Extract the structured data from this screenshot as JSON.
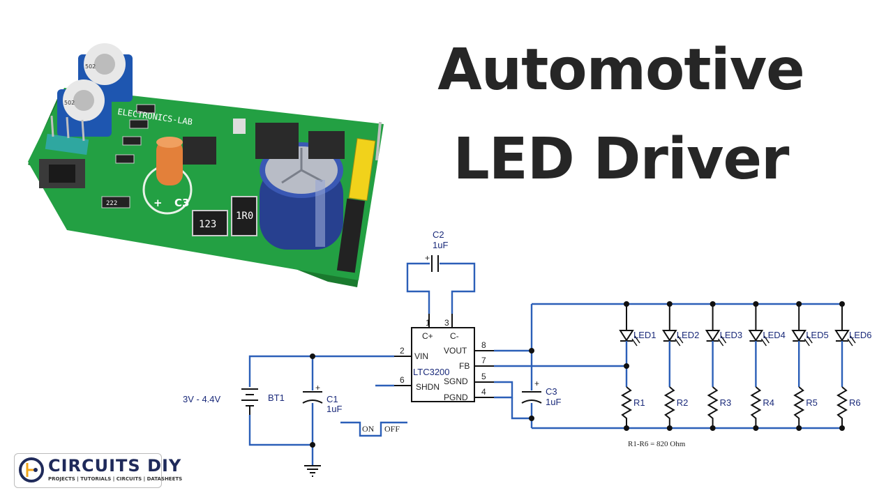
{
  "title": {
    "line1": "Automotive",
    "line2": "LED Driver"
  },
  "board": {
    "silkscreen": "ELECTRONICS-LAB",
    "cap_label": "C3",
    "resistor_a": "123",
    "resistor_b": "1R0",
    "resistor_c": "222",
    "pot_marking": "502"
  },
  "schematic": {
    "ic": {
      "name": "LTC3200",
      "pins": {
        "cplus": "C+",
        "cminus": "C-",
        "vin": "VIN",
        "vout": "VOUT",
        "fb": "FB",
        "shdn": "SHDN",
        "sgnd": "SGND",
        "pgnd": "PGND"
      },
      "pin_numbers": {
        "cplus": "1",
        "cminus": "3",
        "vin": "2",
        "vout": "8",
        "fb": "7",
        "shdn": "6",
        "sgnd": "5",
        "pgnd": "4"
      }
    },
    "c2": {
      "name": "C2",
      "value": "1uF"
    },
    "c1": {
      "name": "C1",
      "value": "1uF"
    },
    "c3": {
      "name": "C3",
      "value": "1uF"
    },
    "battery": {
      "name": "BT1",
      "voltage": "3V - 4.4V"
    },
    "switch": {
      "on": "ON",
      "off": "OFF"
    },
    "leds": [
      "LED1",
      "LED2",
      "LED3",
      "LED4",
      "LED5",
      "LED6"
    ],
    "resistors": [
      "R1",
      "R2",
      "R3",
      "R4",
      "R5",
      "R6"
    ],
    "resistor_note": "R1-R6 = 820 Ohm",
    "plus_sign": "+"
  },
  "logo": {
    "name": "CIRCUITS DIY",
    "tagline": "PROJECTS | TUTORIALS | CIRCUITS | DATASHEETS",
    "icon": "circuit-cd-icon"
  },
  "colors": {
    "pcb": "#1f9a3c",
    "wire": "#2b5fb8",
    "title": "#262626"
  }
}
